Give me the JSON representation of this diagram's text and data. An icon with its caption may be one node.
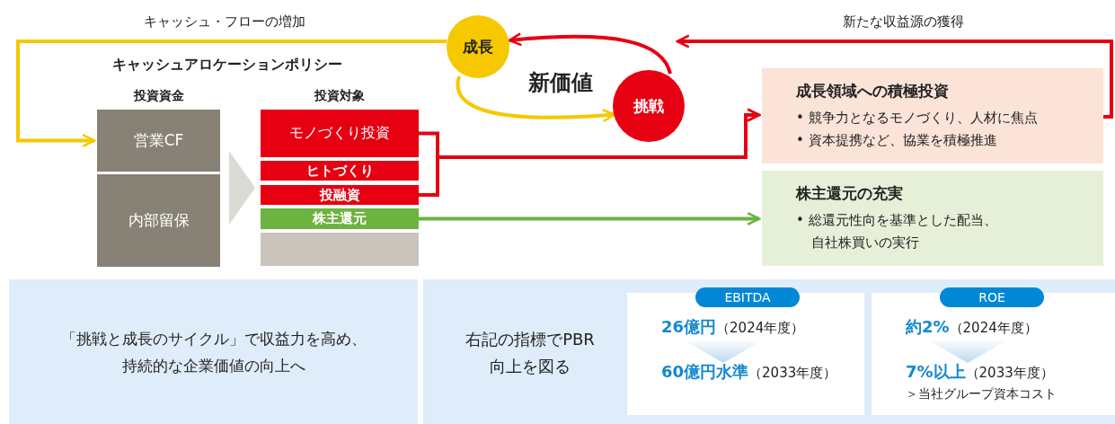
{
  "diagram": {
    "nodes": [
      {
        "text": [
          "キャッシュアロケーションポリシー"
        ]
      },
      {
        "text": [
          "投資資金"
        ],
        "in": 0
      },
      {
        "text": [
          "営業CF"
        ],
        "in": 1
      },
      {
        "text": [
          "内部留保"
        ],
        "in": 1
      },
      {
        "text": [
          "投資対象"
        ],
        "in": 0
      },
      {
        "text": [
          "モノづくり投資"
        ],
        "in": 4
      },
      {
        "text": [
          "ヒトづくり"
        ],
        "in": 4
      },
      {
        "text": [
          "投融資"
        ],
        "in": 4
      },
      {
        "text": [
          "株主還元"
        ],
        "in": 4
      },
      {
        "text": [],
        "shape": "bar",
        "in": 4
      },
      {
        "text": [
          "成長"
        ]
      },
      {
        "text": [
          "挑戦"
        ]
      },
      {
        "text": [
          "成長領域への積極投資",
          "• 競争力となるモノづくり、人材に焦点",
          "• 資本提携など、協業を積極推進"
        ]
      },
      {
        "text": [
          "株主還元の充実",
          "• 総還元性向を基準とした配当、自社株買いの実行"
        ]
      },
      {
        "text": [
          "「挑戦と成長のサイクル」で収益力を高め、持続的な企業価値の向上へ"
        ]
      },
      {
        "text": [
          "右記の指標でPBR向上を図る"
        ]
      },
      {
        "text": [
          "EBITDA",
          "**26億円**（2024年度）",
          "**60億円水準**（2033年度）"
        ],
        "in": 15
      },
      {
        "text": [
          "ROE",
          "**約2%**（2024年度）",
          "**7%以上**（2033年度）",
          "＞当社グループ資本コスト"
        ],
        "in": 15
      }
    ],
    "edges": [
      {
        "from": 10,
        "to": 2,
        "arrow": "to",
        "label": "キャッシュ・フローの増加",
        "color": "#f5c800"
      },
      {
        "from": 12,
        "to": 11,
        "arrow": "to",
        "label": "新たな収益源の獲得",
        "color": "#e60012"
      },
      {
        "from": 1,
        "to": 4,
        "arrow": "to",
        "style": "thick",
        "color": "#dcdad5"
      },
      {
        "from": 5,
        "to": 12,
        "arrow": "to",
        "color": "#e60012"
      },
      {
        "from": 7,
        "to": 12,
        "arrow": "to",
        "color": "#e60012"
      },
      {
        "from": 8,
        "to": 13,
        "arrow": "to",
        "color": "#6db33f"
      },
      {
        "from": 10,
        "to": 11,
        "arrow": "to",
        "color": "#f5c800"
      },
      {
        "from": 11,
        "to": 10,
        "arrow": "to",
        "color": "#e60012"
      }
    ],
    "labels": [
      "新価値"
    ]
  }
}
